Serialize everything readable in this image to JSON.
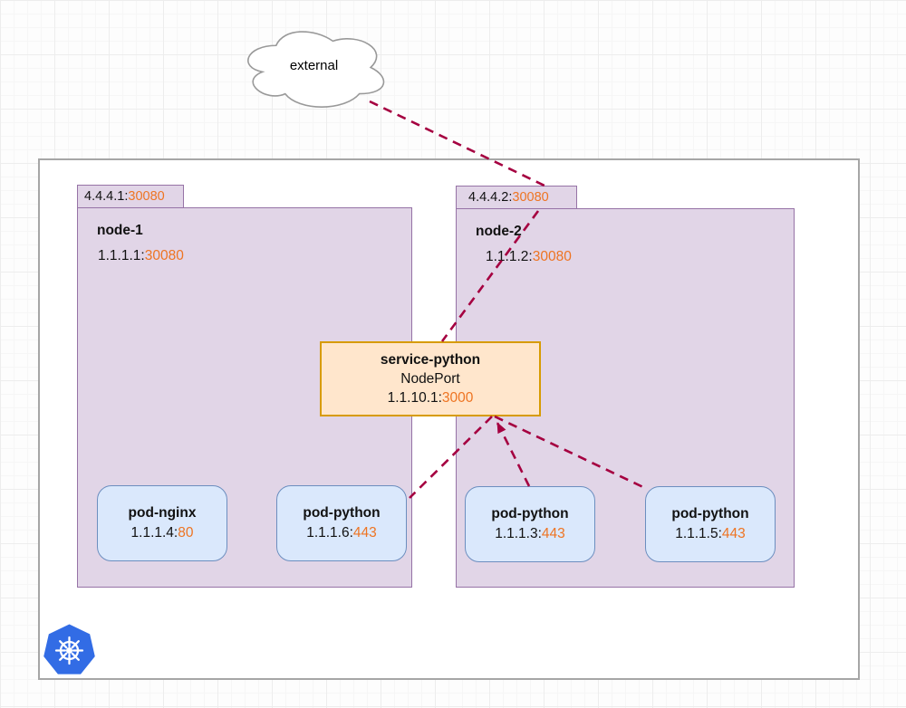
{
  "external": {
    "label": "external"
  },
  "nodes": [
    {
      "name": "node-1",
      "ip_label": "1.1.1.1:",
      "port_label": "30080",
      "tab_ip_label": "4.4.4.1:",
      "tab_port_label": "30080"
    },
    {
      "name": "node-2",
      "ip_label": "1.1.1.2:",
      "port_label": "30080",
      "tab_ip_label": "4.4.4.2:",
      "tab_port_label": "30080"
    }
  ],
  "service": {
    "name": "service-python",
    "type": "NodePort",
    "ip_label": "1.1.10.1:",
    "port_label": "3000"
  },
  "pods": [
    {
      "name": "pod-nginx",
      "ip_label": "1.1.1.4:",
      "port_label": "80"
    },
    {
      "name": "pod-python",
      "ip_label": "1.1.1.6:",
      "port_label": "443"
    },
    {
      "name": "pod-python",
      "ip_label": "1.1.1.3:",
      "port_label": "443"
    },
    {
      "name": "pod-python",
      "ip_label": "1.1.1.5:",
      "port_label": "443"
    }
  ],
  "icons": {
    "kubernetes_logo": "kubernetes-wheel"
  },
  "colors": {
    "node_fill": "#E1D5E7",
    "node_border": "#9673A6",
    "pod_fill": "#DAE8FC",
    "pod_border": "#6C8EBF",
    "service_fill": "#FFE6CC",
    "service_border": "#D79B00",
    "connector": "#A50040",
    "port_text": "#EE7422",
    "kubernetes_blue": "#326CE5",
    "outer_border": "#A6A6A6"
  }
}
